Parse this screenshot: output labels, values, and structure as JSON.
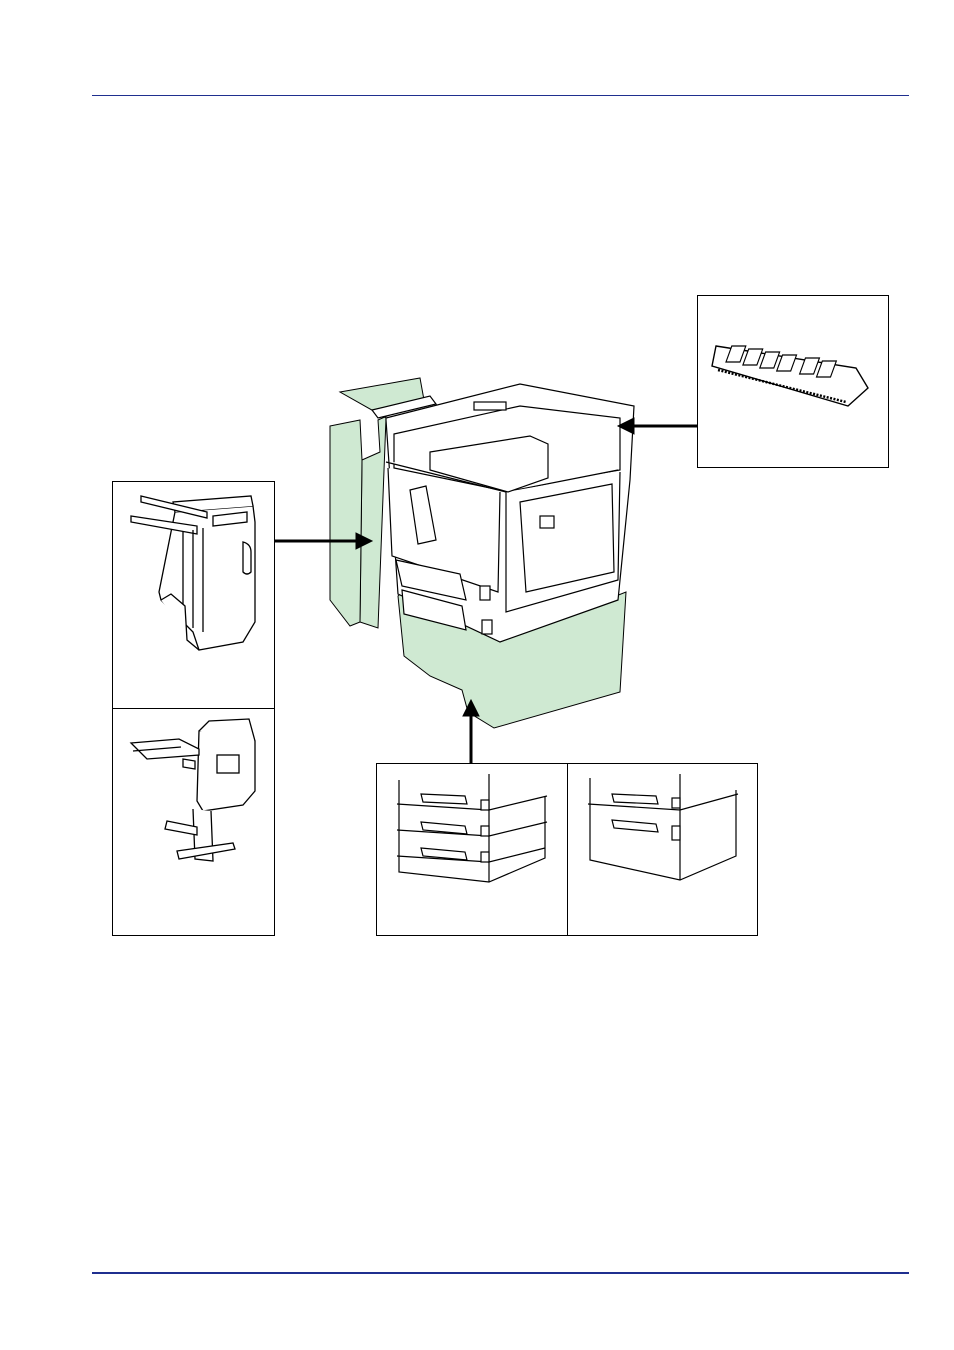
{
  "page": {
    "figure": {
      "main_device": {
        "icon": "printer-illustration",
        "highlight_color": "#cfe9d2"
      },
      "options": [
        {
          "id": "memory",
          "icon": "memory-module-icon"
        },
        {
          "id": "document-finisher",
          "icon": "document-finisher-icon"
        },
        {
          "id": "finisher-with-stand",
          "icon": "finisher-stand-icon"
        },
        {
          "id": "paper-feeder-3-drawer",
          "icon": "paper-feeder-3-drawer-icon"
        },
        {
          "id": "paper-feeder-2-drawer",
          "icon": "paper-feeder-2-drawer-icon"
        }
      ]
    },
    "colors": {
      "rule": "#1f2f8f",
      "highlight": "#cfe9d2",
      "line": "#000000"
    }
  }
}
